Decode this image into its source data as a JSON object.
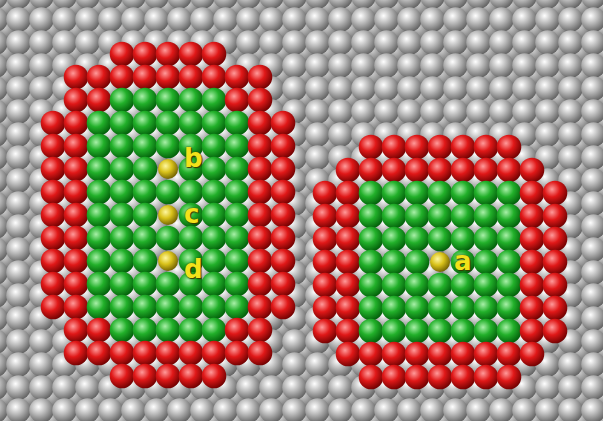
{
  "diagram": {
    "labels": [
      "b",
      "c",
      "d",
      "a"
    ]
  }
}
